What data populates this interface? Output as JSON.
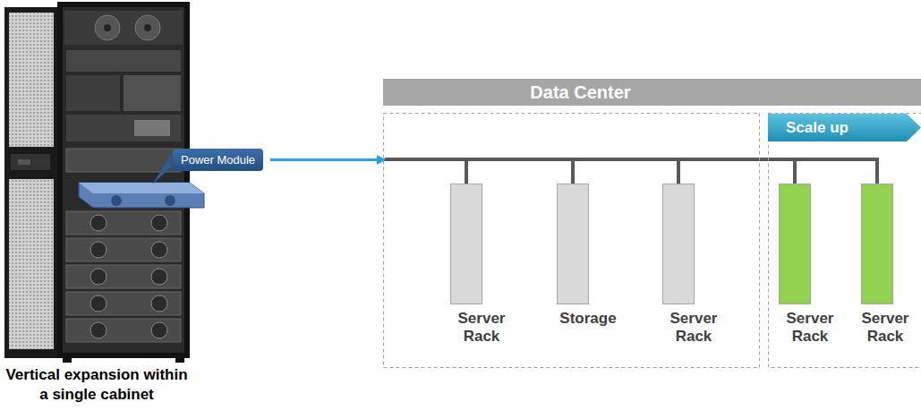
{
  "diagram": {
    "nodes": [
      {
        "text": [
          "Power Module"
        ]
      },
      {
        "text": [
          "Data Center"
        ]
      },
      {
        "text": [
          "Scale up"
        ]
      },
      {
        "text": [
          "Server Rack"
        ]
      },
      {
        "text": [
          "Storage"
        ]
      },
      {
        "text": [
          "Server Rack"
        ]
      },
      {
        "text": [
          "Server Rack"
        ]
      },
      {
        "text": [
          "Server Rack"
        ]
      }
    ],
    "edges": [
      {
        "from": 0,
        "to": 3,
        "arrow": "to"
      },
      {
        "from": 0,
        "to": 4,
        "arrow": "to"
      },
      {
        "from": 0,
        "to": 5,
        "arrow": "to"
      },
      {
        "from": 0,
        "to": 6,
        "arrow": "to"
      },
      {
        "from": 0,
        "to": 7,
        "arrow": "to"
      }
    ],
    "labels": [
      "Vertical expansion within a single cabinet"
    ]
  }
}
